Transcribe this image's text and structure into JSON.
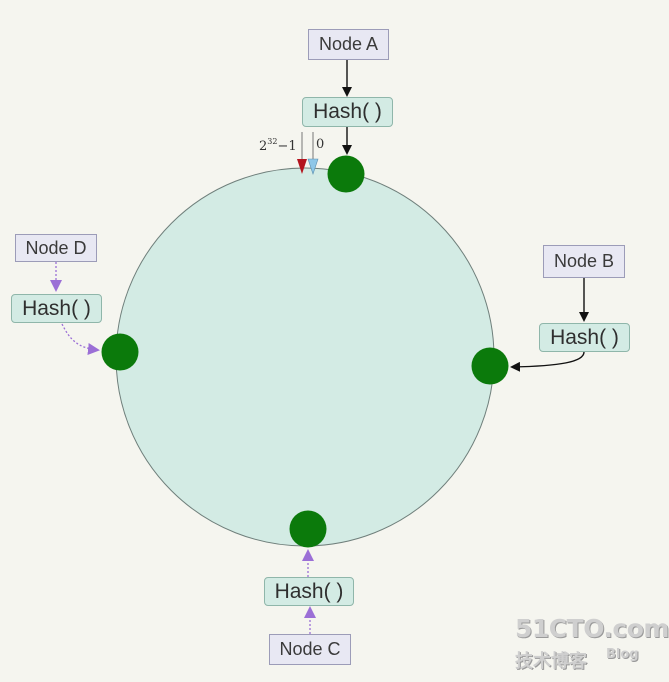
{
  "nodes": {
    "a": "Node A",
    "b": "Node B",
    "c": "Node C",
    "d": "Node D"
  },
  "hash_label": "Hash( )",
  "ring_labels": {
    "max_base": "2",
    "max_exp": "32",
    "max_suffix": "−1",
    "zero": "0"
  },
  "watermark": {
    "site": "51CTO.com",
    "cn": "技术博客",
    "blog": "Blog"
  },
  "colors": {
    "ring_fill": "#d3ebe4",
    "node_dot": "#0b7a0b",
    "arrow_black": "#111111",
    "arrow_purple": "#9b6fd6",
    "marker_red": "#b4141e",
    "marker_blue": "#8fc7e8"
  }
}
